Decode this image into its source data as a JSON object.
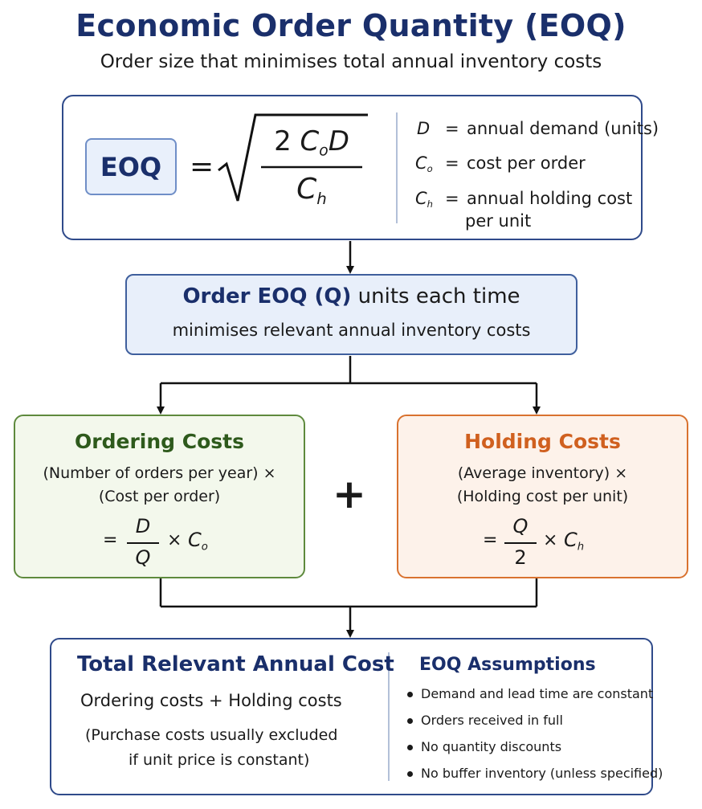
{
  "title": "Economic Order Quantity (EOQ)",
  "subtitle": "Order size that minimises total annual inventory costs",
  "formula": {
    "label": "EOQ",
    "equals": "=",
    "numerator_coef": "2",
    "numerator_var1": "C",
    "numerator_sub1": "o",
    "numerator_var2": "D",
    "denominator_var": "C",
    "denominator_sub": "h"
  },
  "definitions": [
    {
      "symbol": "D",
      "sub": "",
      "eq": "=",
      "text": "annual demand (units)"
    },
    {
      "symbol": "C",
      "sub": "o",
      "eq": "=",
      "text": "cost per order"
    },
    {
      "symbol": "C",
      "sub": "h",
      "eq": "=",
      "text": "annual holding cost",
      "text2": "per unit"
    }
  ],
  "order_box": {
    "bold": "Order EOQ (Q)",
    "rest": " units each time",
    "line2": "minimises relevant annual inventory costs"
  },
  "ordering_costs": {
    "title": "Ordering Costs",
    "line1": "(Number of orders per year) ×",
    "line2": "(Cost per order)",
    "eq": "=",
    "num": "D",
    "den": "Q",
    "times": "×",
    "var": "C",
    "sub": "o"
  },
  "plus": "+",
  "holding_costs": {
    "title": "Holding Costs",
    "line1": "(Average inventory) ×",
    "line2": "(Holding cost per unit)",
    "eq": "=",
    "num": "Q",
    "den": "2",
    "times": "×",
    "var": "C",
    "sub": "h"
  },
  "total": {
    "title": "Total Relevant Annual Cost",
    "line": "Ordering costs + Holding costs",
    "note1": "(Purchase costs usually excluded",
    "note2": "if unit price is constant)"
  },
  "assumptions": {
    "title": "EOQ Assumptions",
    "items": [
      "Demand and lead time are constant",
      "Orders received in full",
      "No quantity discounts",
      "No buffer inventory (unless specified)"
    ]
  },
  "colors": {
    "navy": "#1a2f6b",
    "green": "#2e5a1c",
    "orange": "#d0601f",
    "light_blue": "#e8effa"
  }
}
